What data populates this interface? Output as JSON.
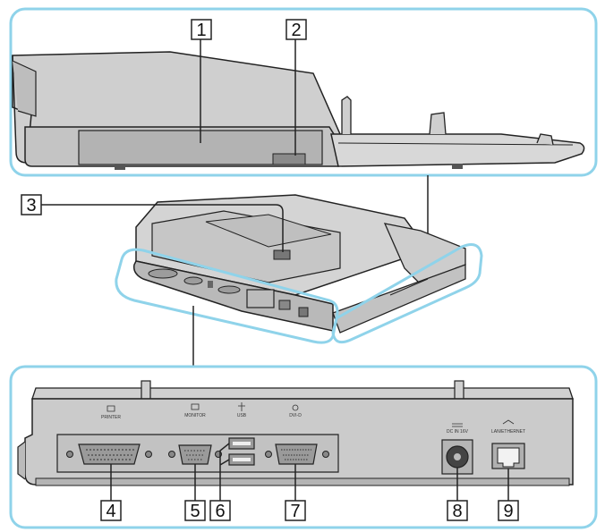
{
  "colors": {
    "panel_border": "#8fd3ea",
    "device_fill": "#d6d6d6",
    "device_dark": "#9a9a9a",
    "device_shadow": "#b8b8b8",
    "line": "#222222"
  },
  "callouts": [
    {
      "number": "1"
    },
    {
      "number": "2"
    },
    {
      "number": "3"
    },
    {
      "number": "4"
    },
    {
      "number": "5"
    },
    {
      "number": "6"
    },
    {
      "number": "7"
    },
    {
      "number": "8"
    },
    {
      "number": "9"
    }
  ],
  "port_labels": {
    "printer": "PRINTER",
    "monitor": "MONITOR",
    "usb": "USB",
    "dvi": "DVI-D",
    "dc_in": "DC IN 16V",
    "lan": "LAN/ETHERNET"
  }
}
